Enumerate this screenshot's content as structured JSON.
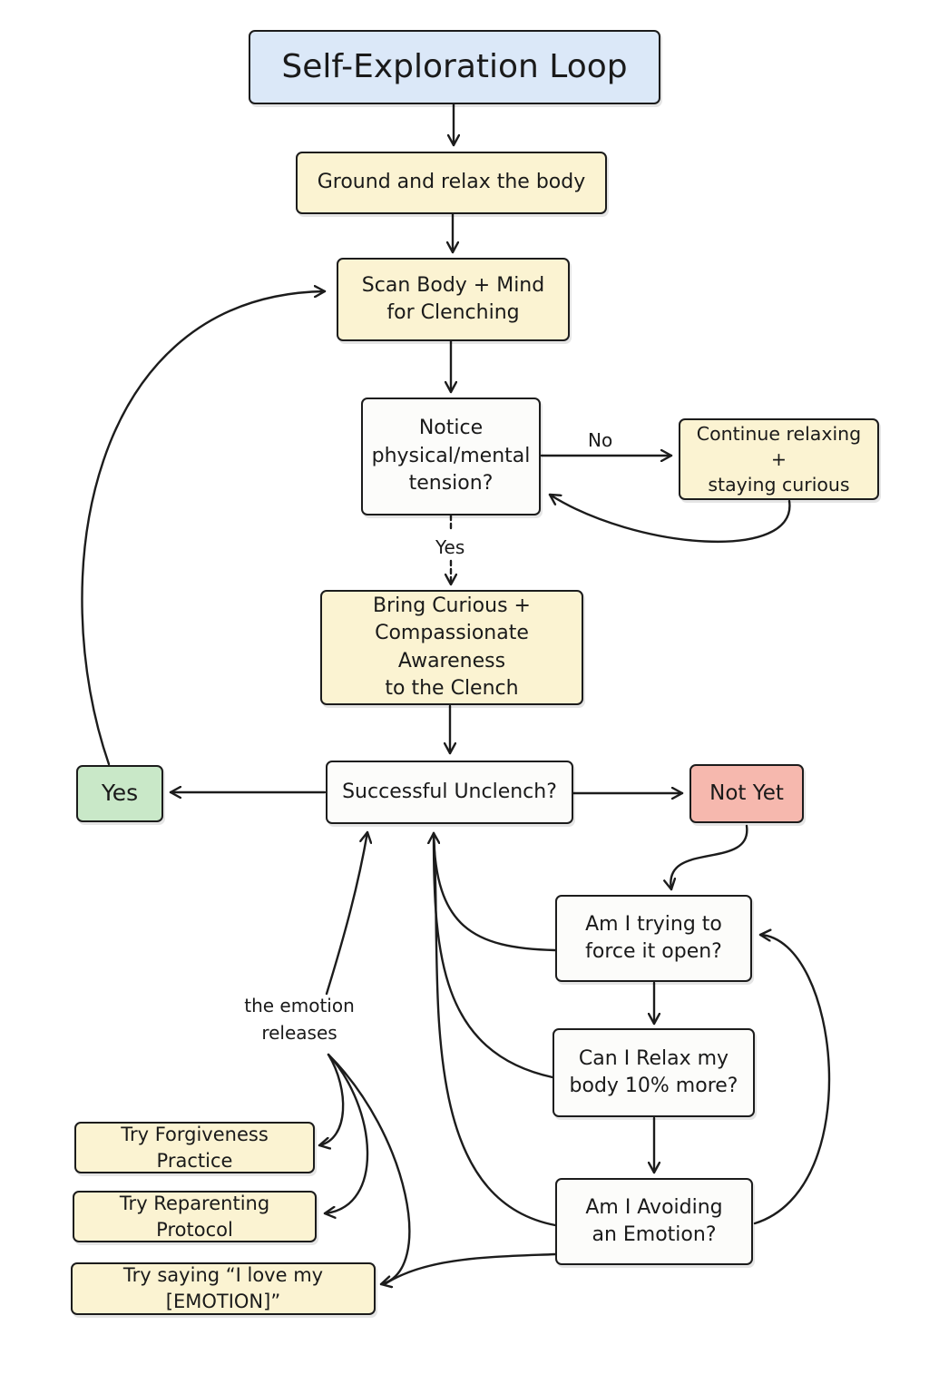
{
  "diagram": {
    "title": "Self-Exploration Loop",
    "nodes": {
      "ground": "Ground and relax the body",
      "scan": "Scan Body + Mind\nfor Clenching",
      "notice": "Notice\nphysical/mental\ntension?",
      "continue": "Continue relaxing +\nstaying curious",
      "bring": "Bring Curious +\nCompassionate Awareness\nto the Clench",
      "unclench": "Successful Unclench?",
      "yes": "Yes",
      "not_yet": "Not Yet",
      "force": "Am I trying to\nforce it open?",
      "relax": "Can I Relax my\nbody 10% more?",
      "avoid": "Am I Avoiding\nan Emotion?",
      "forgive": "Try Forgiveness Practice",
      "reparent": "Try Reparenting Protocol",
      "love": "Try saying “I love my [EMOTION]”"
    },
    "edge_labels": {
      "no": "No",
      "yes": "Yes",
      "emotion_releases": "the emotion\nreleases"
    }
  }
}
